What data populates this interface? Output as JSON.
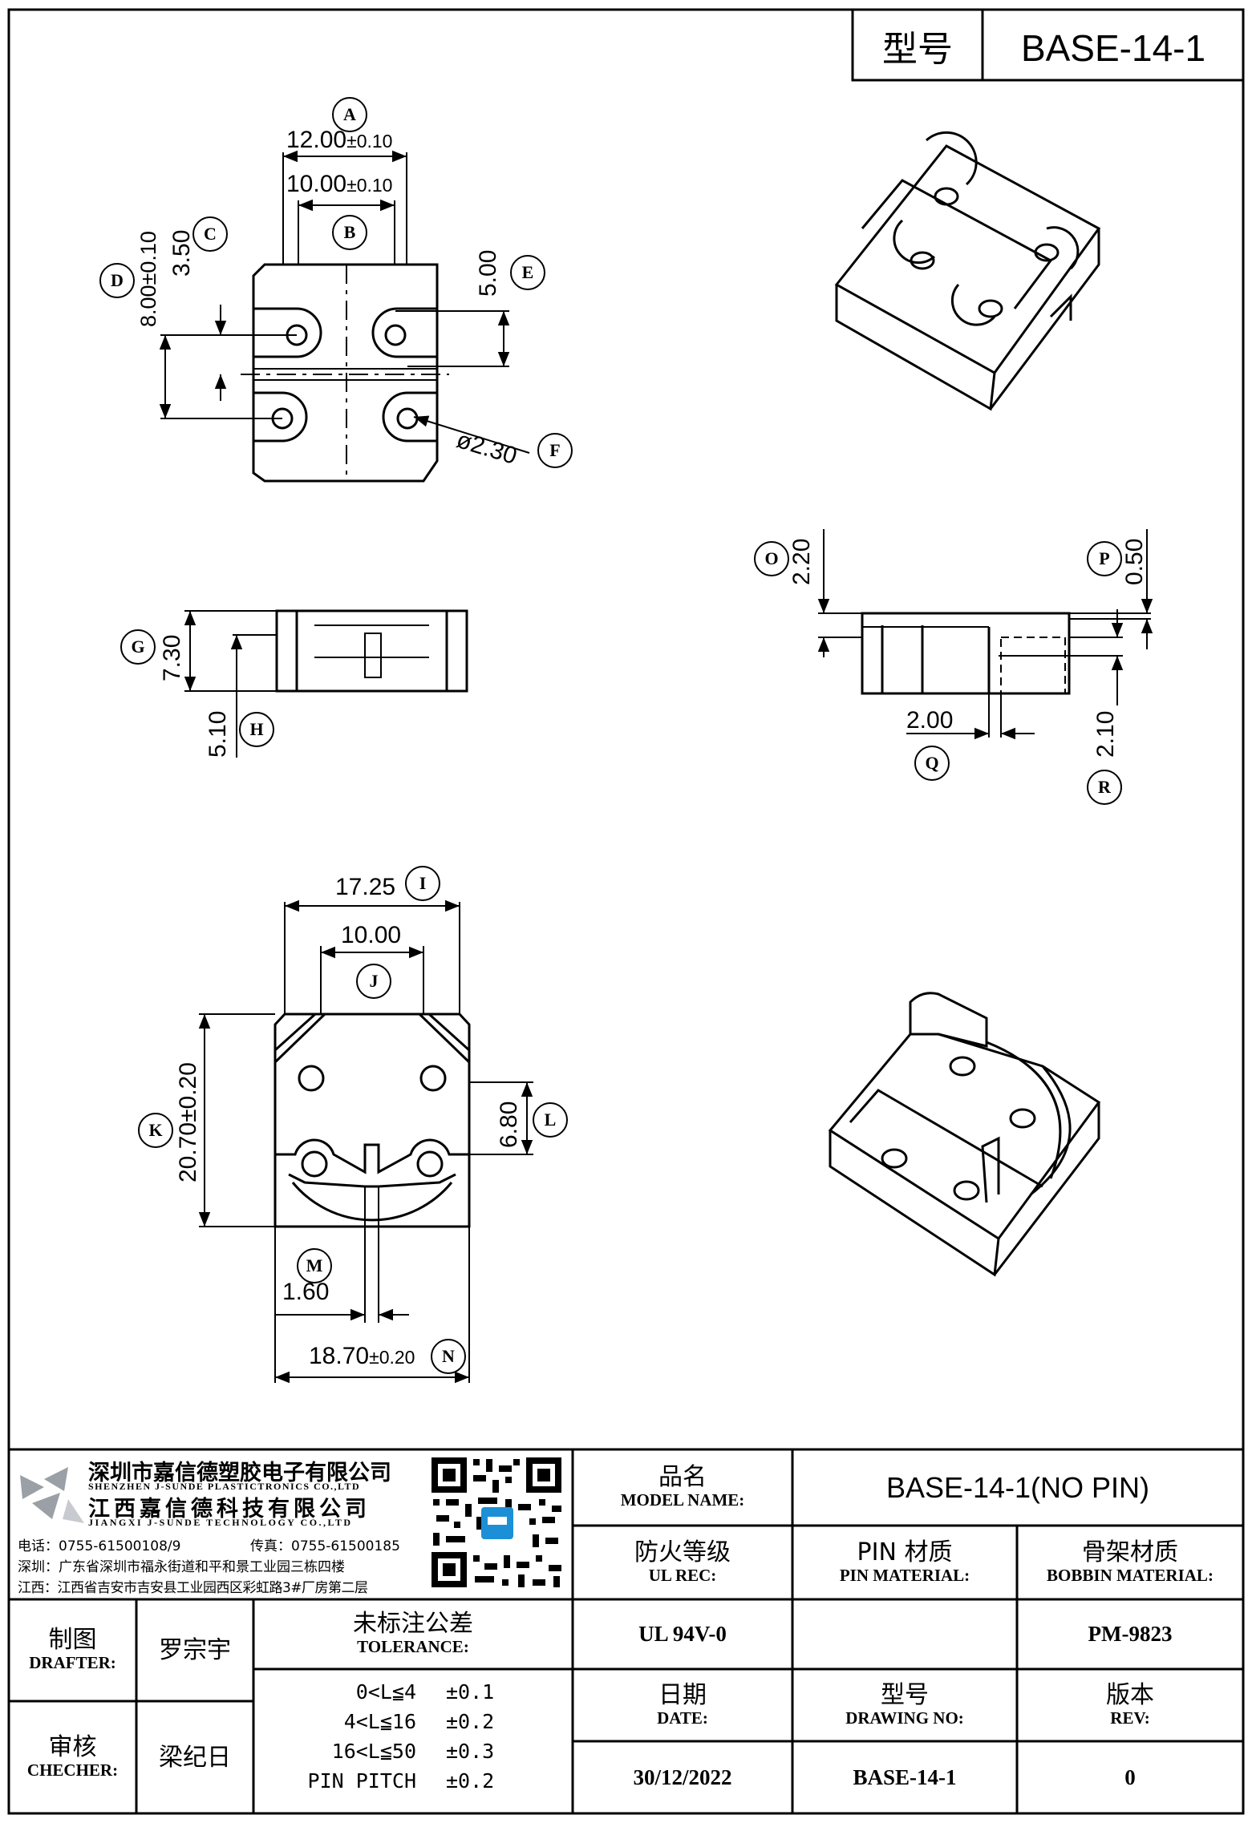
{
  "header": {
    "model_label": "型号",
    "model_value": "BASE-14-1"
  },
  "dims": {
    "A": "A",
    "a_val": "12.00",
    "a_tol": "±0.10",
    "B": "B",
    "b_val": "10.00",
    "b_tol": "±0.10",
    "C": "C",
    "c_val": "3.50",
    "D": "D",
    "d_val": "8.00±0.10",
    "E": "E",
    "e_val": "5.00",
    "F": "F",
    "f_val": "ø2.30",
    "G": "G",
    "g_val": "7.30",
    "H": "H",
    "h_val": "5.10",
    "O": "O",
    "o_val": "2.20",
    "P": "P",
    "p_val": "0.50",
    "Q": "Q",
    "q_val": "2.00",
    "R": "R",
    "r_val": "2.10",
    "I": "I",
    "i_val": "17.25",
    "J": "J",
    "j_val": "10.00",
    "K": "K",
    "k_val": "20.70±0.20",
    "L": "L",
    "l_val": "6.80",
    "M": "M",
    "m_val": "1.60",
    "N": "N",
    "n_val": "18.70",
    "n_tol": "±0.20"
  },
  "company": {
    "name_cn_1": "深圳市嘉信德塑胶电子有限公司",
    "name_en_1": "SHENZHEN J-SUNDE PLASTICTRONICS CO.,LTD",
    "name_cn_2": "江西嘉信德科技有限公司",
    "name_en_2": "JIANGXI J-SUNDE TECHNOLOGY CO.,LTD",
    "phone": "电话：0755-61500108/9",
    "fax": "传真：0755-61500185",
    "addr_sz": "深圳：广东省深圳市福永街道和平和景工业园三栋四楼",
    "addr_jx": "江西：江西省吉安市吉安县工业园西区彩虹路3#厂房第二层"
  },
  "title_block": {
    "product_name_cn": "品名",
    "product_name_en": "MODEL NAME:",
    "product_name_value": "BASE-14-1(NO PIN)",
    "ul_cn": "防火等级",
    "ul_en": "UL REC:",
    "ul_value": "UL 94V-0",
    "pin_cn": "PIN 材质",
    "pin_en": "PIN MATERIAL:",
    "pin_value": "",
    "bobbin_cn": "骨架材质",
    "bobbin_en": "BOBBIN MATERIAL:",
    "bobbin_value": "PM-9823",
    "drafter_cn": "制图",
    "drafter_en": "DRAFTER:",
    "drafter_value": "罗宗宇",
    "checker_cn": "审核",
    "checker_en": "CHECHER:",
    "checker_value": "梁纪日",
    "tolerance_cn": "未标注公差",
    "tolerance_en": "TOLERANCE:",
    "tolerances": [
      {
        "range": "0<L≦4",
        "tol": "±0.1"
      },
      {
        "range": "4<L≦16",
        "tol": "±0.2"
      },
      {
        "range": "16<L≦50",
        "tol": "±0.3"
      },
      {
        "range": "PIN PITCH",
        "tol": "±0.2"
      }
    ],
    "date_cn": "日期",
    "date_en": "DATE:",
    "date_value": "30/12/2022",
    "drawing_cn": "型号",
    "drawing_en": "DRAWING NO:",
    "drawing_value": "BASE-14-1",
    "rev_cn": "版本",
    "rev_en": "REV:",
    "rev_value": "0"
  }
}
